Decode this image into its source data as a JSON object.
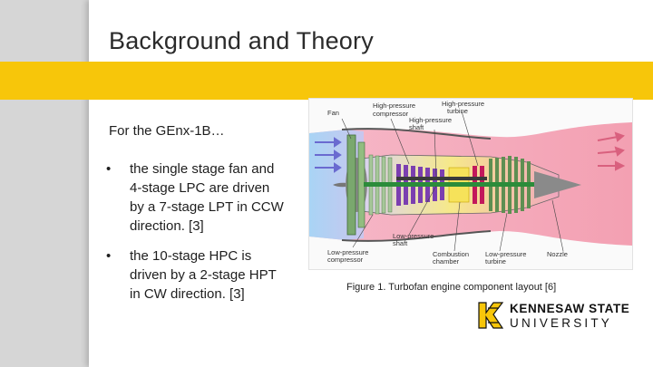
{
  "slide": {
    "title": "Background and Theory",
    "intro": "For the GEnx-1B…",
    "bullets": [
      "the single stage fan and 4-stage LPC are driven by a 7-stage LPT in CCW direction. [3]",
      "the 10-stage HPC is driven by a 2-stage HPT in CW direction. [3]"
    ],
    "bullet_symbol": "•"
  },
  "figure": {
    "caption": "Figure 1. Turbofan engine component layout [6]",
    "labels": {
      "fan": "Fan",
      "hpc_1": "High-pressure",
      "hpc_2": "compressor",
      "hpt_1": "High-pressure",
      "hpt_2": "turbine",
      "hps_1": "High-pressure",
      "hps_2": "shaft",
      "lps_1": "Low-pressure",
      "lps_2": "shaft",
      "lpc_1": "Low-pressure",
      "lpc_2": "compressor",
      "cc_1": "Combustion",
      "cc_2": "chamber",
      "lpt_1": "Low-pressure",
      "lpt_2": "turbine",
      "nozzle": "Nozzle"
    }
  },
  "logo": {
    "line1": "KENNESAW STATE",
    "line2": "UNIVERSITY"
  },
  "colors": {
    "gold": "#f7c60a",
    "left_bar": "#d6d6d6",
    "text": "#1e1e1e"
  }
}
